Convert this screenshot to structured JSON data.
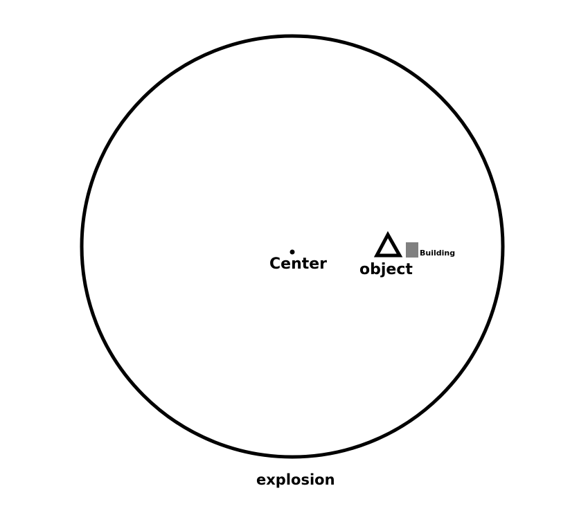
{
  "diagram": {
    "explosion": {
      "label": "explosion",
      "shape": "circle",
      "stroke_color": "#000000",
      "fill_color": "#ffffff"
    },
    "center": {
      "label": "Center",
      "shape": "dot",
      "color": "#000000"
    },
    "object": {
      "label": "object",
      "shape": "triangle-outline",
      "color": "#000000"
    },
    "building": {
      "label": "Building",
      "shape": "square",
      "color": "#808080"
    }
  }
}
